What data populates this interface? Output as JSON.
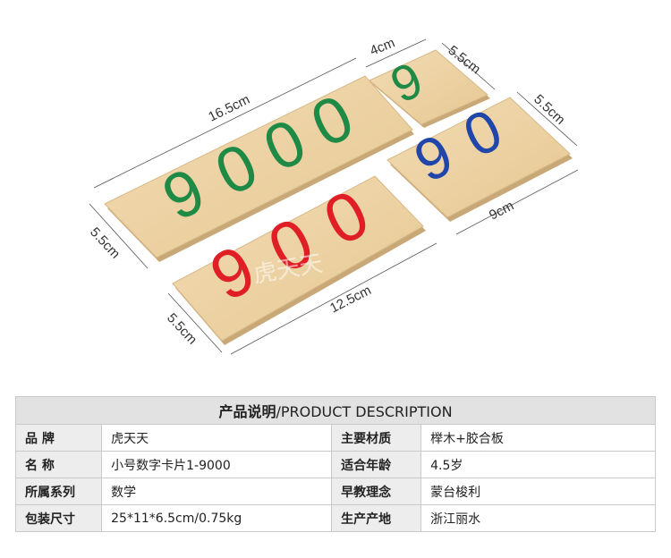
{
  "photo": {
    "alt": "虎天天 wooden number cards 9000 900 90 9",
    "watermark": "虎天天",
    "colors": {
      "wood": "#ecd2a4",
      "green": "#1f8a45",
      "red": "#e01e25",
      "blue": "#1f46a8"
    },
    "cards": {
      "thousands": {
        "digits": [
          "9",
          "0",
          "0",
          "0"
        ],
        "color": "green"
      },
      "hundreds": {
        "digits": [
          "9",
          "0",
          "0"
        ],
        "color": "red"
      },
      "tens": {
        "digits": [
          "9",
          "0"
        ],
        "color": "blue"
      },
      "units": {
        "digits": [
          "9"
        ],
        "color": "green"
      }
    },
    "dimensions": {
      "thousands_length": "16.5cm",
      "thousands_height": "5.5cm",
      "hundreds_length": "12.5cm",
      "hundreds_height": "5.5cm",
      "tens_length": "9cm",
      "tens_height": "5.5cm",
      "units_length": "4cm",
      "units_height": "5.5cm"
    }
  },
  "spec": {
    "title_cn": "产品说明",
    "title_en": "/PRODUCT DESCRIPTION",
    "rows": [
      {
        "k1": "品    牌",
        "v1": "虎天天",
        "k2": "主要材质",
        "v2": "榉木+胶合板"
      },
      {
        "k1": "名    称",
        "v1": "小号数字卡片1-9000",
        "k2": "适合年龄",
        "v2": "4.5岁"
      },
      {
        "k1": "所属系列",
        "v1": "数学",
        "k2": "早教理念",
        "v2": "蒙台梭利"
      },
      {
        "k1": "包装尺寸",
        "v1": "25*11*6.5cm/0.75kg",
        "k2": "生产产地",
        "v2": "浙江丽水"
      }
    ]
  }
}
